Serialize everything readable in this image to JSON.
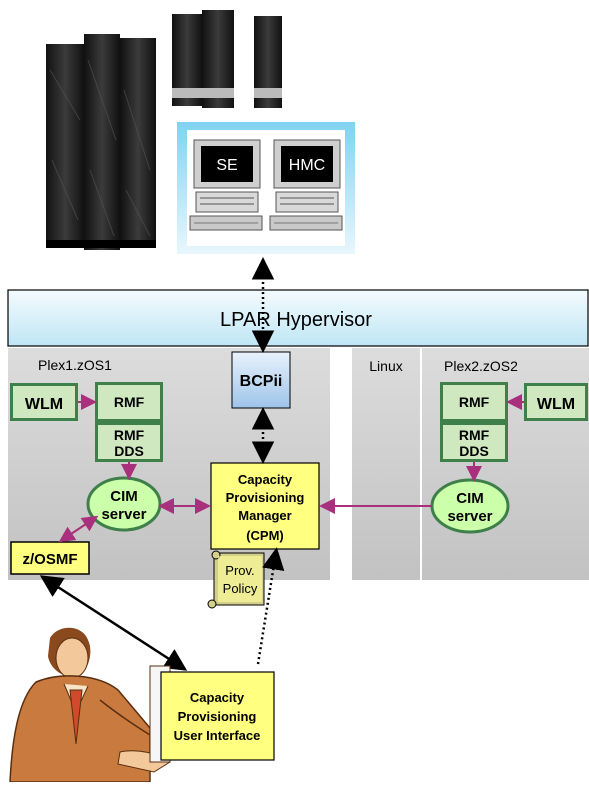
{
  "hypervisor": {
    "label": "LPAR Hypervisor"
  },
  "console": {
    "se_label": "SE",
    "hmc_label": "HMC"
  },
  "lpar_left": {
    "name": "Plex1.zOS1"
  },
  "lpar_linux": {
    "name": "Linux"
  },
  "lpar_right": {
    "name": "Plex2.zOS2"
  },
  "boxes": {
    "wlm_left": "WLM",
    "rmf_left": "RMF",
    "rmf_dds_left_1": "RMF",
    "rmf_dds_left_2": "DDS",
    "cim_left_1": "CIM",
    "cim_left_2": "server",
    "zosmf": "z/OSMF",
    "bcpii": "BCPii",
    "cpm_1": "Capacity",
    "cpm_2": "Provisioning",
    "cpm_3": "Manager",
    "cpm_4": "(CPM)",
    "policy_1": "Prov.",
    "policy_2": "Policy",
    "rmf_right": "RMF",
    "wlm_right": "WLM",
    "rmf_dds_right_1": "RMF",
    "rmf_dds_right_2": "DDS",
    "cim_right_1": "CIM",
    "cim_right_2": "server",
    "ui_1": "Capacity",
    "ui_2": "Provisioning",
    "ui_3": "User Interface"
  },
  "colors": {
    "hypervisor_fill": "#c9ecf7",
    "lpar_fill": "#cfcfcf",
    "green_box": "#cfe8bf",
    "green_dark": "#3e7f4a",
    "yellow_box": "#ffff80",
    "cim_fill": "#ccffaa",
    "bcpii_fill": "#c7ddf5",
    "arrow_purple": "#a8307c"
  },
  "icons": [
    "mainframe-server-icon",
    "mainframe-rack-icon",
    "computer-terminal-icon",
    "policy-scroll-icon",
    "user-at-desk-icon"
  ]
}
